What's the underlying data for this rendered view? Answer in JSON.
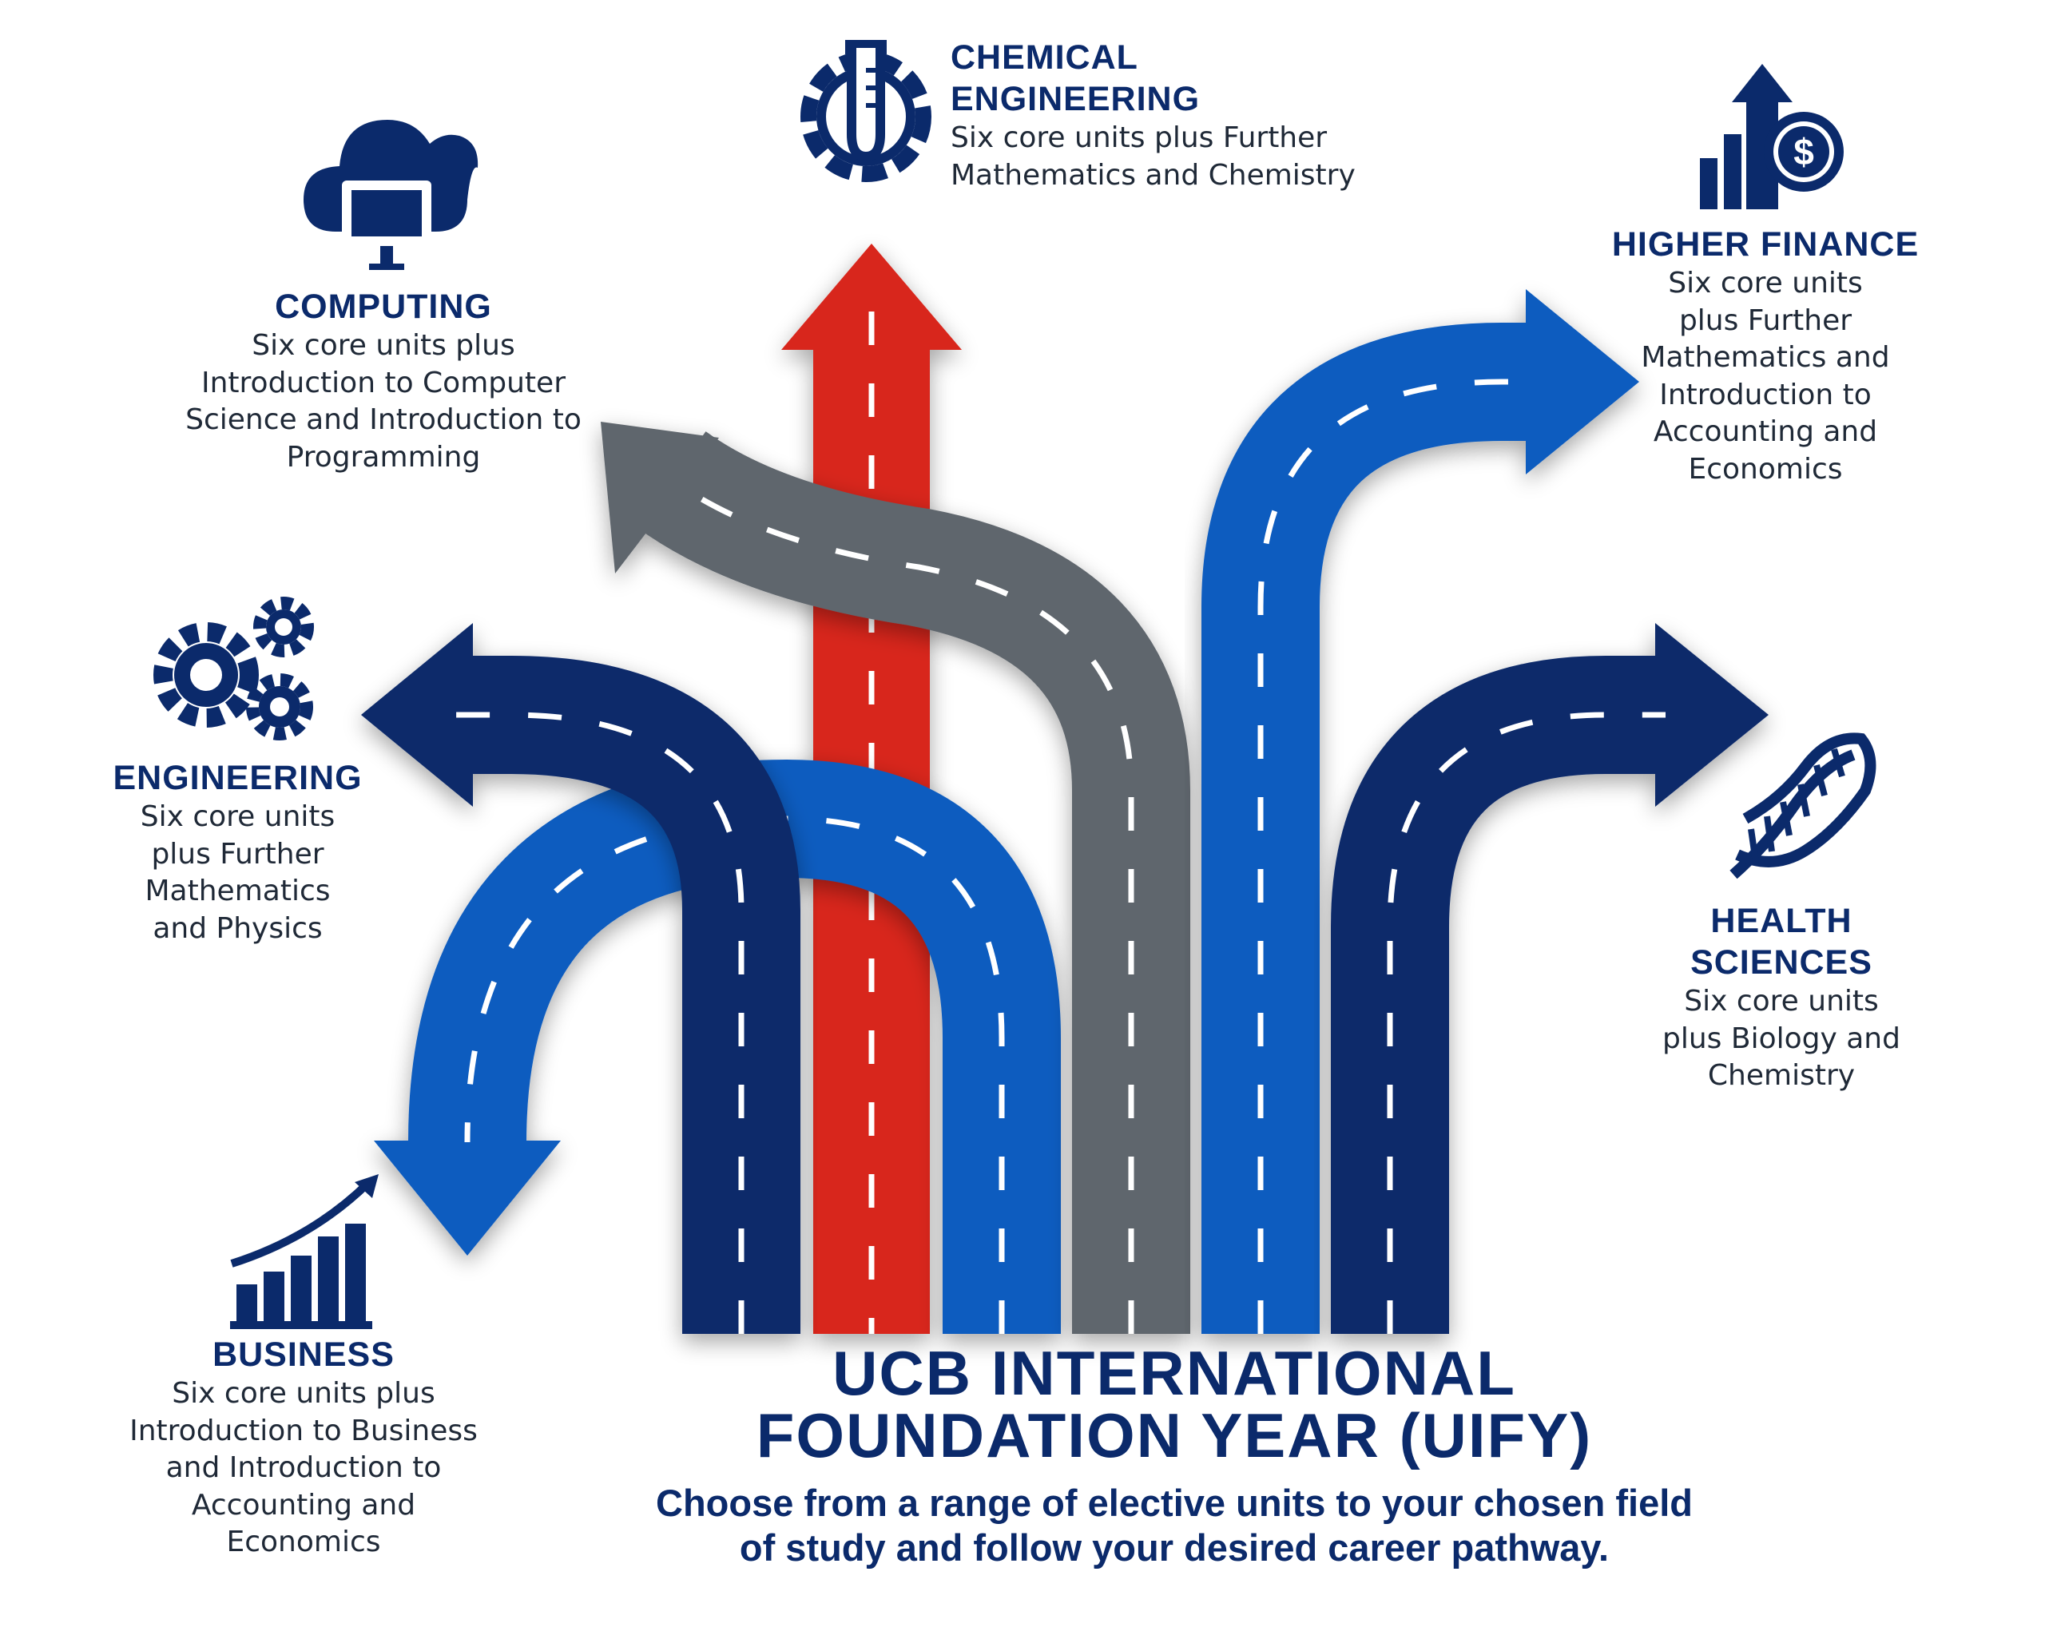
{
  "title": {
    "line1": "UCB INTERNATIONAL",
    "line2": "FOUNDATION YEAR (UIFY)",
    "subtitle": "Choose from a range of elective units to your chosen field of study and follow your desired career pathway."
  },
  "pathways": {
    "chemical_engineering": {
      "heading_1": "CHEMICAL",
      "heading_2": "ENGINEERING",
      "description": "Six core units plus Further\nMathematics and Chemistry",
      "icon": "test-tube-gear-icon",
      "color": "#d8281f"
    },
    "computing": {
      "heading": "COMPUTING",
      "description": "Six core units plus\nIntroduction to Computer\nScience and Introduction to\nProgramming",
      "icon": "cloud-computer-icon",
      "color": "#5f666d"
    },
    "higher_finance": {
      "heading": "HIGHER FINANCE",
      "description": "Six core units\nplus Further\nMathematics and\nIntroduction to\nAccounting and\nEconomics",
      "icon": "finance-growth-dollar-icon",
      "color": "#0b5bbf"
    },
    "engineering": {
      "heading": "ENGINEERING",
      "description": "Six core units\nplus Further\nMathematics\nand Physics",
      "icon": "gears-icon",
      "color": "#0b2a6b"
    },
    "health_sciences": {
      "heading_1": "HEALTH",
      "heading_2": "SCIENCES",
      "description": "Six core units\nplus Biology and\nChemistry",
      "icon": "dna-icon",
      "color": "#0b2a6b"
    },
    "business": {
      "heading": "BUSINESS",
      "description": "Six core units plus\nIntroduction to Business\nand Introduction to\nAccounting and\nEconomics",
      "icon": "bar-chart-growth-icon",
      "color": "#0b5bbf"
    }
  },
  "colors": {
    "navy": "#0b2a6b",
    "royal_blue": "#0b5bbf",
    "red": "#d8281f",
    "grey": "#5f666d",
    "icon": "#0b2a6b"
  }
}
